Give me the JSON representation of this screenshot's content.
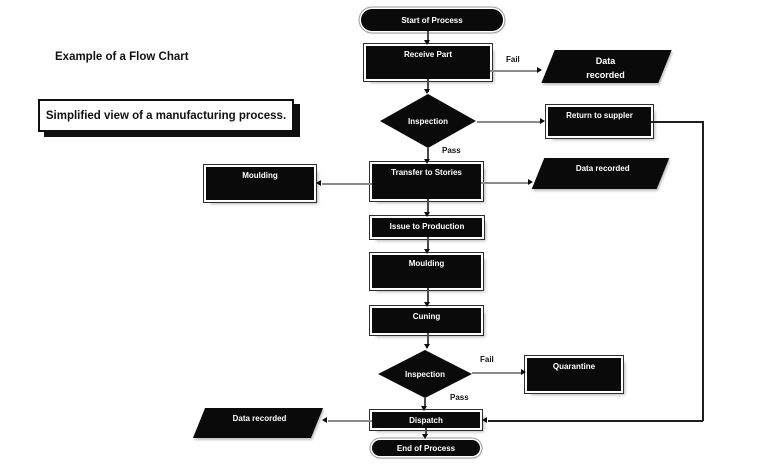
{
  "page": {
    "title": "Example of a Flow Chart",
    "subtitle": "Simplified view of a manufacturing process."
  },
  "flowchart": {
    "nodes": {
      "start": {
        "type": "terminator",
        "label": "Start of Process"
      },
      "receive_part": {
        "type": "process",
        "label": "Receive Part"
      },
      "data_recorded_top": {
        "type": "data",
        "line1": "Data",
        "line2": "recorded"
      },
      "inspection_1": {
        "type": "decision",
        "label": "Inspection"
      },
      "return_to_supplier": {
        "type": "process",
        "label": "Return to suppler"
      },
      "transfer_to_stores": {
        "type": "process",
        "label": "Transfer to Stories"
      },
      "moulding_left": {
        "type": "process",
        "label": "Moulding"
      },
      "data_recorded_mid": {
        "type": "data",
        "label": "Data recorded"
      },
      "issue_to_production": {
        "type": "process",
        "label": "Issue to Production"
      },
      "moulding_main": {
        "type": "process",
        "label": "Moulding"
      },
      "curing": {
        "type": "process",
        "label": "Cuning"
      },
      "inspection_2": {
        "type": "decision",
        "label": "Inspection"
      },
      "quarantine": {
        "type": "process",
        "label": "Quarantine"
      },
      "dispatch": {
        "type": "process",
        "label": "Dispatch"
      },
      "data_recorded_bottom": {
        "type": "data",
        "label": "Data recorded"
      },
      "end": {
        "type": "terminator",
        "label": "End of Process"
      }
    },
    "edge_labels": {
      "fail_top": "Fail",
      "pass_top": "Pass",
      "fail_bottom": "Fail",
      "pass_bottom": "Pass"
    },
    "colors": {
      "shape_fill": "#0a0a0a",
      "shape_text": "#ffffff",
      "connector": "#8a8a8a",
      "loop_connector": "#1f1f1f",
      "background": "#ffffff"
    }
  }
}
